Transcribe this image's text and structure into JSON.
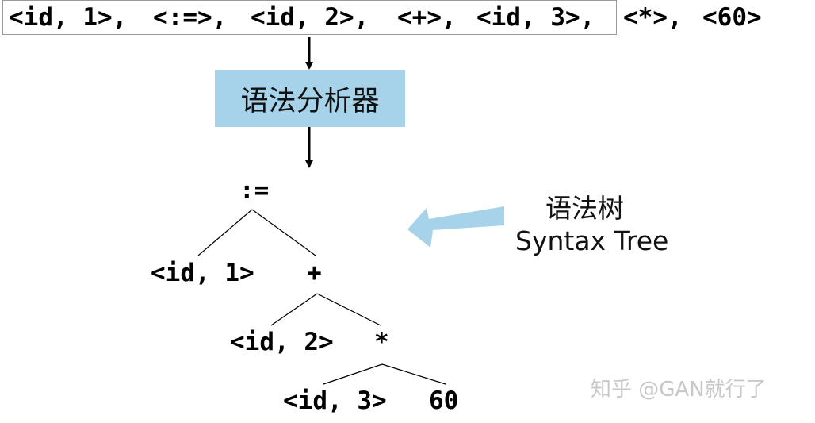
{
  "token_stream": {
    "boxed_tokens": [
      "<id, 1>,",
      "<:=>,",
      "<id, 2>,",
      "<+>,",
      "<id, 3>,"
    ],
    "trailing_tokens": [
      "<*>,",
      "<60>"
    ]
  },
  "parser": {
    "label": "语法分析器"
  },
  "syntax_tree": {
    "root": ":=",
    "level1_left": "<id, 1>",
    "level1_right": "+",
    "level2_left": "<id, 2>",
    "level2_right": "*",
    "level3_left": "<id, 3>",
    "level3_right": "60"
  },
  "annotation": {
    "label_cn": "语法树",
    "label_en": "Syntax Tree",
    "arrow_color": "#a7d3ea"
  },
  "colors": {
    "parser_box": "#a7d3ea",
    "token_box_border": "#9a9a9a"
  },
  "watermark": "知乎 @GAN就行了"
}
